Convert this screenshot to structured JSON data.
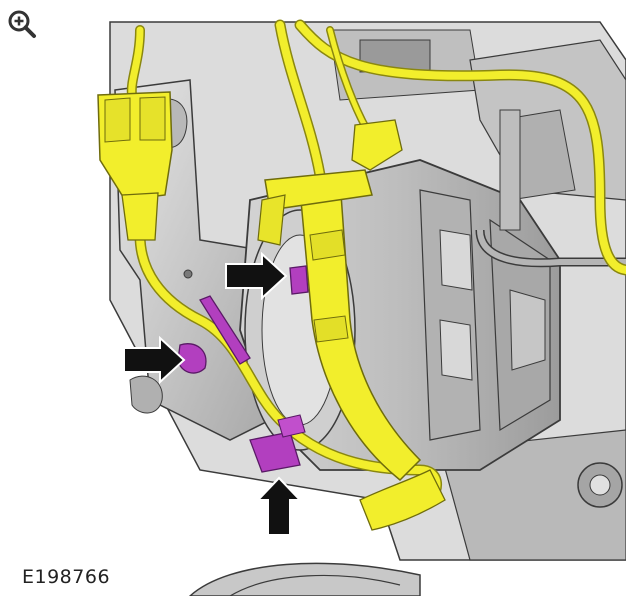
{
  "zoom_control": {
    "icon": "zoom-in-icon"
  },
  "figure": {
    "reference_code": "E198766",
    "colors": {
      "harness": "#f2ee2c",
      "harness_outline": "#8a8710",
      "clip": "#b23fbf",
      "clip_outline": "#5a1a66",
      "arrow": "#111111",
      "metal": "#c9c9c9",
      "metal_dark": "#8d8d8d",
      "outline": "#3b3b3b"
    },
    "callout_arrows": [
      {
        "points": "right",
        "target": "upper-harness-clip"
      },
      {
        "points": "right",
        "target": "bracket-clip"
      },
      {
        "points": "up",
        "target": "lower-harness-clip"
      }
    ]
  }
}
